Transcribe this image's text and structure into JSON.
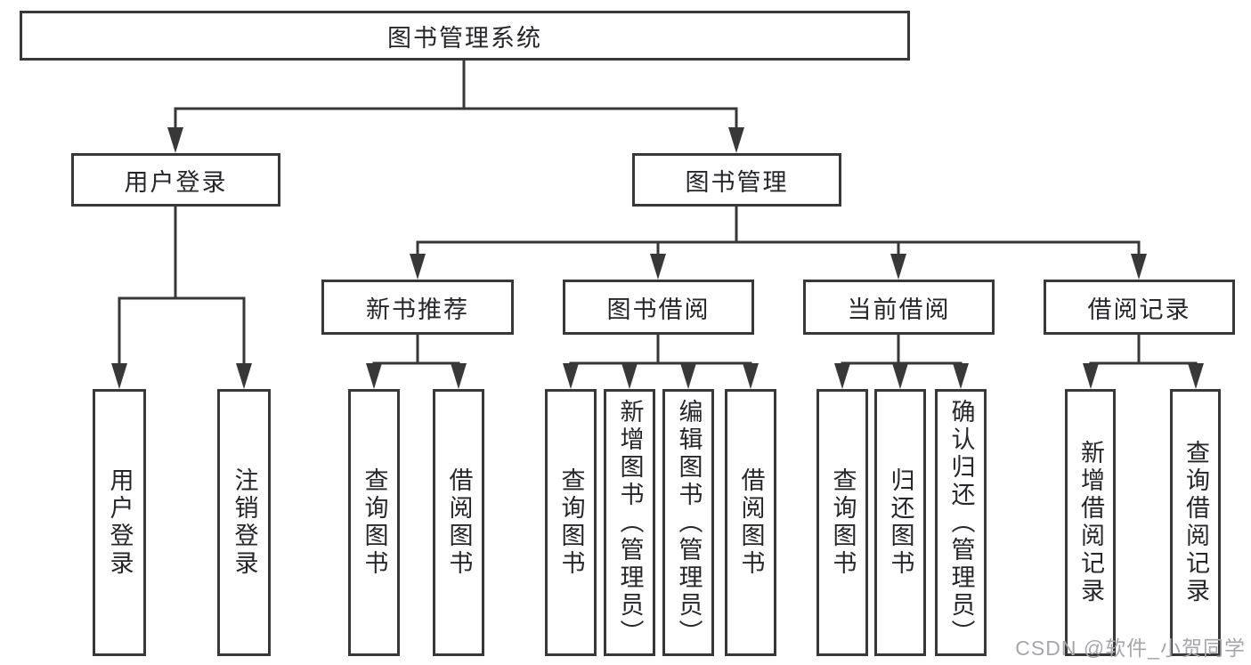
{
  "watermark": "CSDN @软件_小贺同学",
  "colors": {
    "line": "#383838",
    "text": "#26262a",
    "background": "#ffffff",
    "watermark": "#a6a6ad"
  },
  "diagram": {
    "root": {
      "label": "图书管理系统"
    },
    "level2": [
      {
        "label": "用户登录"
      },
      {
        "label": "图书管理"
      }
    ],
    "level3": [
      {
        "label": "新书推荐"
      },
      {
        "label": "图书借阅"
      },
      {
        "label": "当前借阅"
      },
      {
        "label": "借阅记录"
      }
    ],
    "leaves": {
      "user_login": [
        {
          "label": "用户登录"
        },
        {
          "label": "注销登录"
        }
      ],
      "new_book": [
        {
          "label": "查询图书"
        },
        {
          "label": "借阅图书"
        }
      ],
      "book_borrow": [
        {
          "label": "查询图书"
        },
        {
          "label": "新增图书（管理员）"
        },
        {
          "label": "编辑图书（管理员）"
        },
        {
          "label": "借阅图书"
        }
      ],
      "current_borrow": [
        {
          "label": "查询图书"
        },
        {
          "label": "归还图书"
        },
        {
          "label": "确认归还（管理员）"
        }
      ],
      "borrow_records": [
        {
          "label": "新增借阅记录"
        },
        {
          "label": "查询借阅记录"
        }
      ]
    }
  }
}
